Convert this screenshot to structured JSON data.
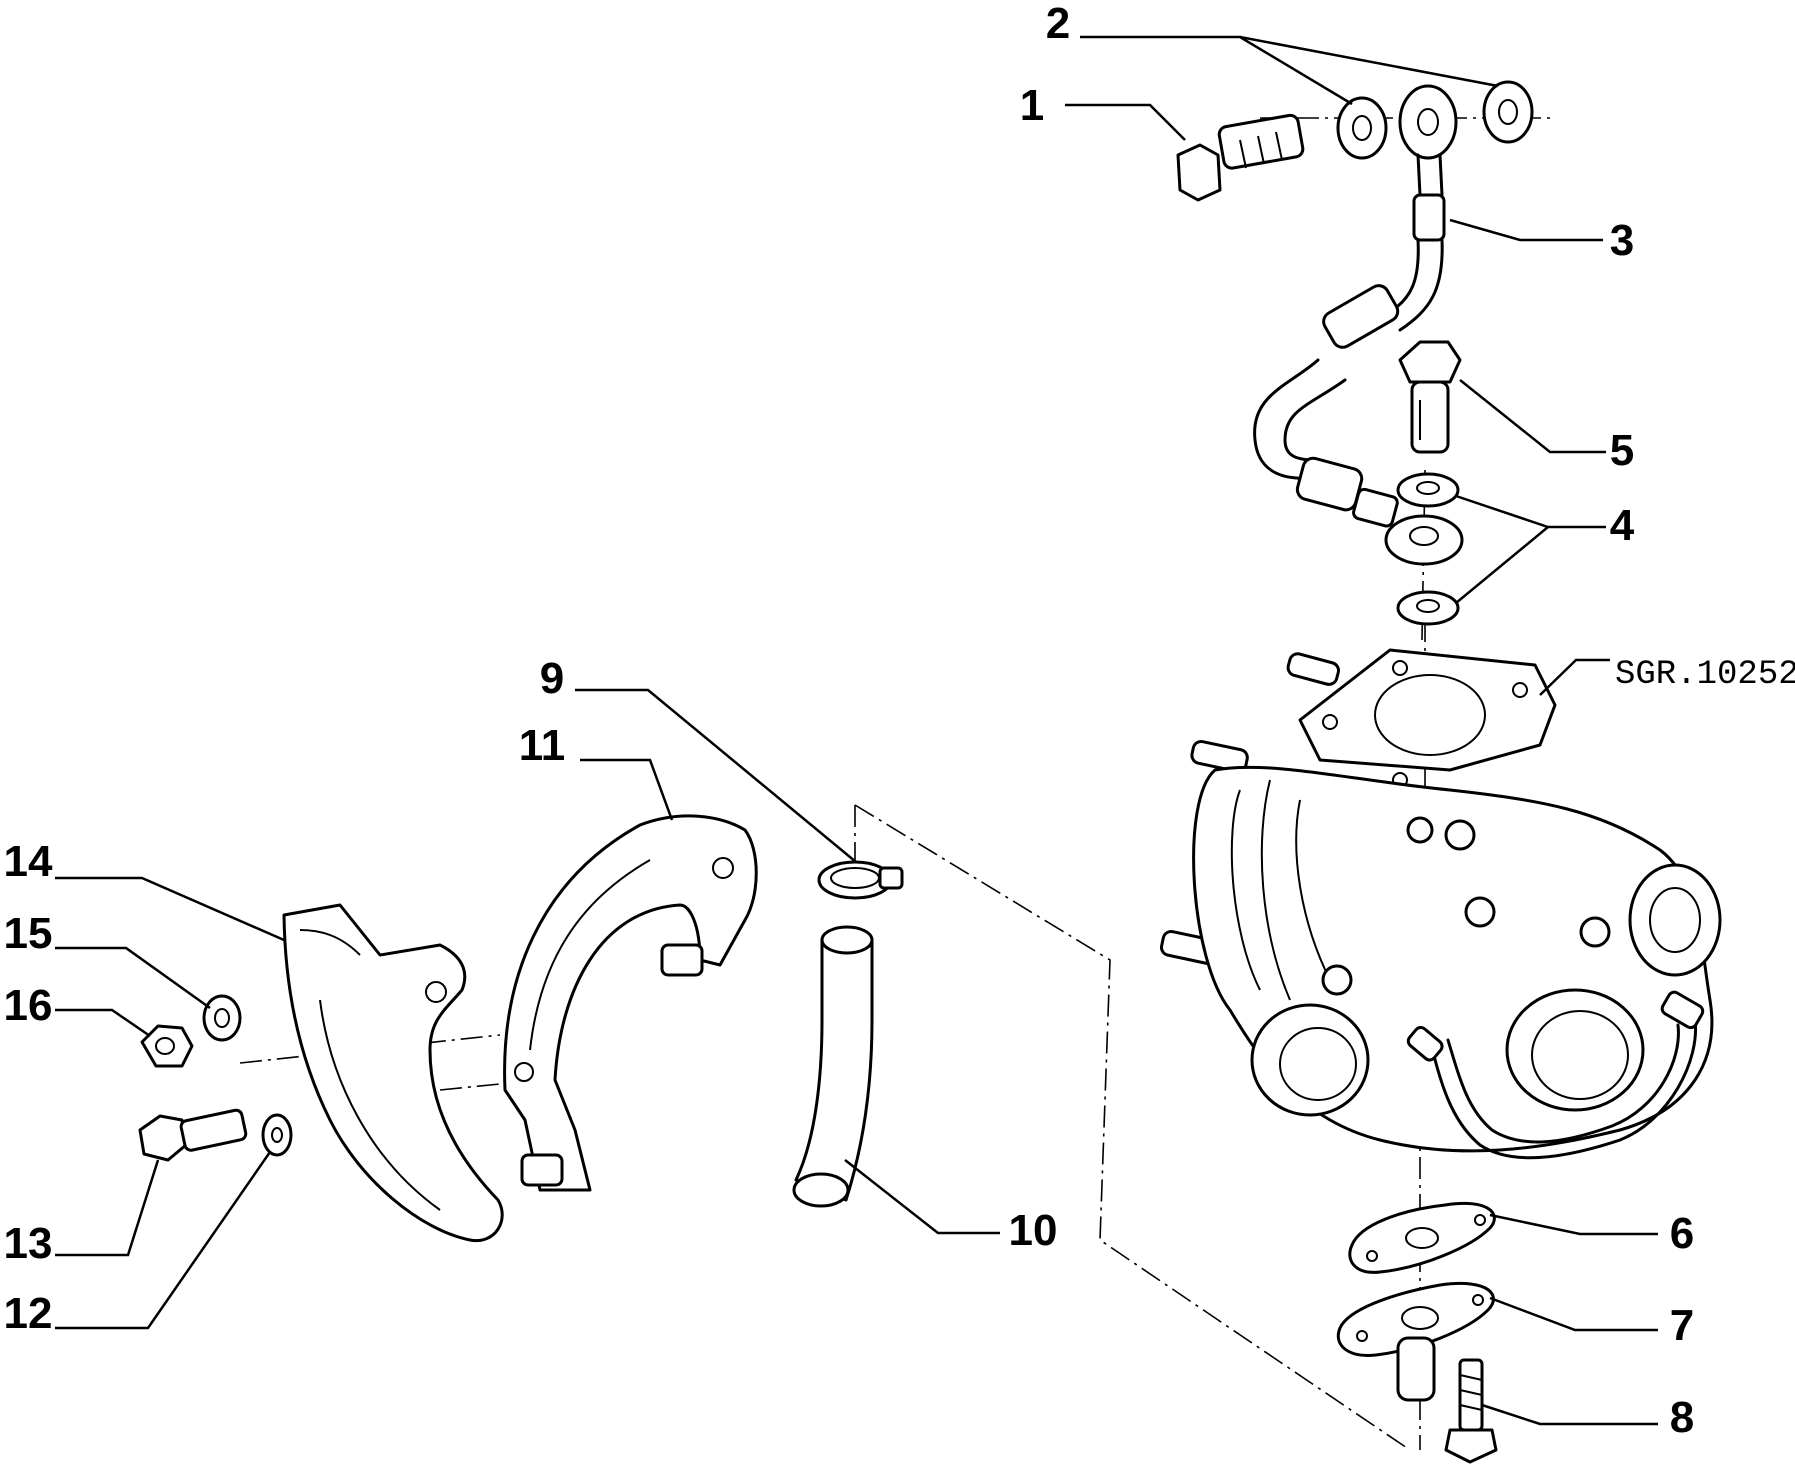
{
  "drawing_code": "SGR.10252",
  "callouts": [
    "1",
    "2",
    "3",
    "4",
    "5",
    "6",
    "7",
    "8",
    "9",
    "10",
    "11",
    "12",
    "13",
    "14",
    "15",
    "16"
  ]
}
